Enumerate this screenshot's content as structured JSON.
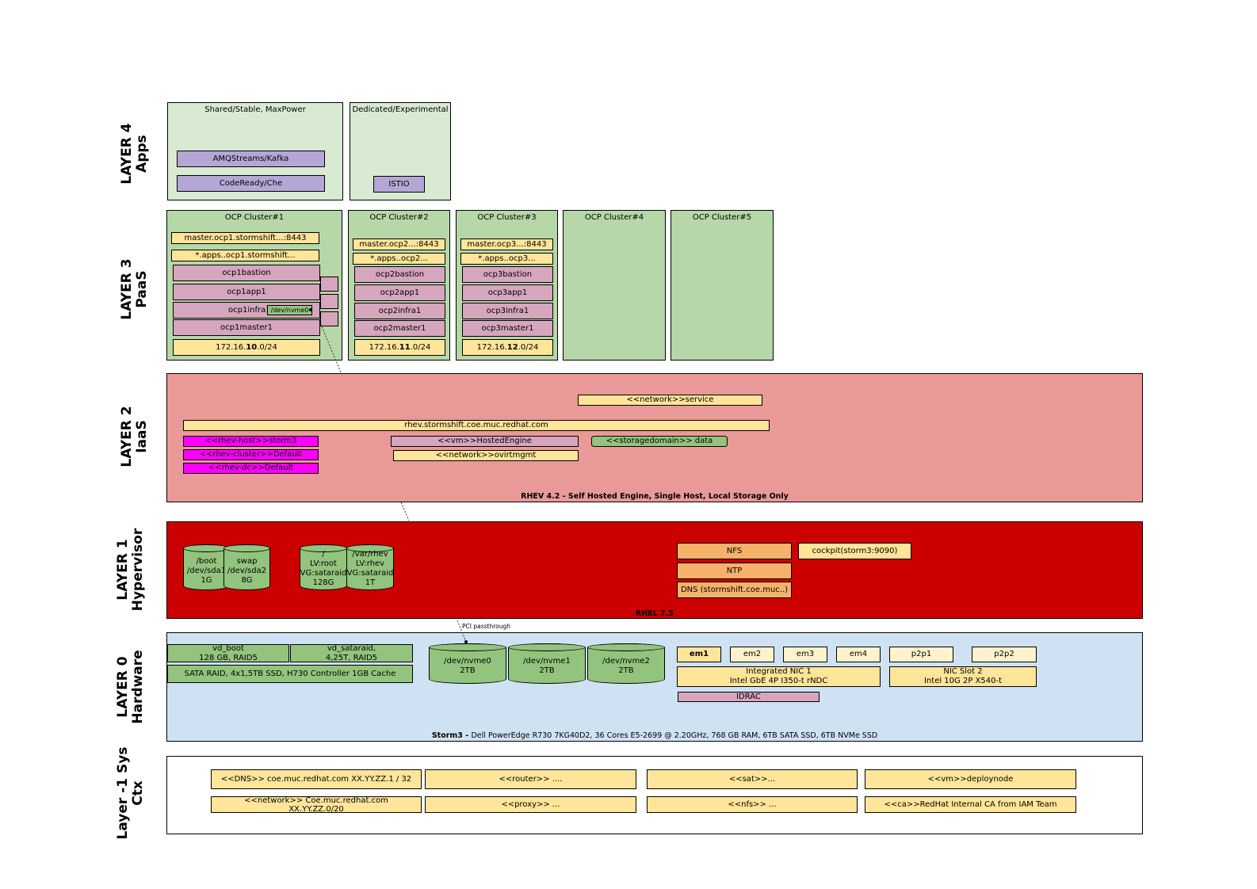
{
  "layers": {
    "l4": {
      "title": "LAYER 4",
      "sub": "Apps"
    },
    "l3": {
      "title": "LAYER 3",
      "sub": "PaaS"
    },
    "l2": {
      "title": "LAYER 2",
      "sub": "IaaS"
    },
    "l1": {
      "title": "LAYER 1",
      "sub": "Hypervisor"
    },
    "l0": {
      "title": "LAYER 0",
      "sub": "Hardware"
    },
    "lm1": {
      "title": "Layer -1 Sys",
      "sub": "Ctx"
    }
  },
  "apps": {
    "shared": {
      "title": "Shared/Stable, MaxPower",
      "items": [
        "AMQStreams/Kafka",
        "CodeReady/Che"
      ]
    },
    "dedicated": {
      "title": "Dedicated/Experimental",
      "items": [
        "ISTIO"
      ]
    }
  },
  "clusters": {
    "c1": {
      "title": "OCP Cluster#1",
      "master": "master.ocp1.stormshift...:8443",
      "apps": "*.apps..ocp1.stormshift...",
      "bastion": "ocp1bastion",
      "app": "ocp1app1",
      "infra": "ocp1infra1",
      "nvme": "/dev/nvme0",
      "masternode": "ocp1master1",
      "net_a": "172.16.",
      "net_b": "10",
      "net_c": ".0/24"
    },
    "c2": {
      "title": "OCP Cluster#2",
      "master": "master.ocp2...:8443",
      "apps": "*.apps..ocp2...",
      "bastion": "ocp2bastion",
      "app": "ocp2app1",
      "infra": "ocp2infra1",
      "masternode": "ocp2master1",
      "net_a": "172.16.",
      "net_b": "11",
      "net_c": ".0/24"
    },
    "c3": {
      "title": "OCP Cluster#3",
      "master": "master.ocp3...:8443",
      "apps": "*.apps..ocp3...",
      "bastion": "ocp3bastion",
      "app": "ocp3app1",
      "infra": "ocp3infra1",
      "masternode": "ocp3master1",
      "net_a": "172.16.",
      "net_b": "12",
      "net_c": ".0/24"
    },
    "c4": {
      "title": "OCP Cluster#4"
    },
    "c5": {
      "title": "OCP Cluster#5"
    }
  },
  "iaas": {
    "service_net": "<<network>>service",
    "rhev_fqdn": "rhev.stormshift.coe.muc.redhat.com",
    "host": "<<rhev-host>>storm3",
    "cluster": "<<rhev-cluster>>Default",
    "dc": "<<rhev-dc>>Default",
    "vm": "<<vm>>HostedEngine",
    "mgmt_net": "<<network>>ovirtmgmt",
    "storage": "<<storagedomain>> data",
    "caption": "RHEV 4.2 - Self Hosted Engine, Single Host, Local Storage Only"
  },
  "hypervisor": {
    "disks": [
      [
        "/boot",
        "/dev/sda1",
        "1G"
      ],
      [
        "swap",
        "/dev/sda2",
        "8G"
      ],
      [
        "/",
        "LV:root",
        "VG:sataraid",
        "128G"
      ],
      [
        "/var/rhev",
        "LV:rhev",
        "VG:sataraid",
        "1T"
      ]
    ],
    "nfs": "NFS",
    "ntp": "NTP",
    "dns": "DNS (stormshift.coe.muc..)",
    "cockpit": "cockpit(storm3:9090)",
    "caption": "RHEL 7.5",
    "pci": "PCI passthrough"
  },
  "hardware": {
    "vd_boot": [
      "vd_boot",
      "128 GB, RAID5"
    ],
    "vd_sataraid": [
      "vd_sataraid,",
      "4,25T, RAID5"
    ],
    "sata": "SATA RAID, 4x1,5TB SSD, H730 Controller 1GB  Cache",
    "nvme": [
      [
        "/dev/nvme0",
        "2TB"
      ],
      [
        "/dev/nvme1",
        "2TB"
      ],
      [
        "/dev/nvme2",
        "2TB"
      ]
    ],
    "ports": [
      "em1",
      "em2",
      "em3",
      "em4",
      "p2p1",
      "p2p2"
    ],
    "nic1": [
      "Integrated NIC 1",
      "Intel GbE 4P I350-t rNDC"
    ],
    "nic2": [
      "NIC Slot 2",
      "Intel 10G 2P X540-t"
    ],
    "idrac": "IDRAC",
    "caption_bold": "Storm3 - ",
    "caption_rest": "Dell PowerEdge R730  7KG40D2,  36 Cores  E5-2699 @ 2.20GHz, 768 GB RAM, 6TB SATA SSD, 6TB NVMe SSD"
  },
  "sysctx": {
    "dns": "<<DNS>> coe.muc.redhat.com XX.YY.ZZ.1 / 32",
    "router": "<<router>> ....",
    "sat": "<<sat>>...",
    "deploy": "<<vm>>deploynode",
    "network": [
      "<<network>> Coe.muc.redhat.com",
      "XX.YY.ZZ.0/20"
    ],
    "proxy": "<<proxy>> ...",
    "nfs": "<<nfs>> ...",
    "ca": "<<ca>>RedHat Internal CA from IAM Team"
  },
  "colors": {
    "apps_bg": "#d9ead3",
    "paas_bg": "#b6d7a8",
    "iaas_bg": "#ea9999",
    "hyp_bg": "#cc0000",
    "hw_bg": "#cfe2f3"
  }
}
